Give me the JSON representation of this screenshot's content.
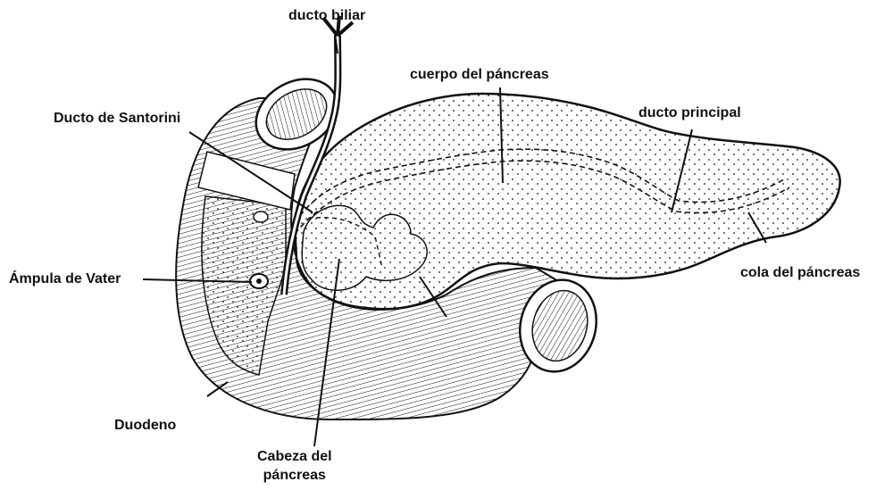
{
  "labels": {
    "ducto_biliar": "ducto biliar",
    "cuerpo": "cuerpo del páncreas",
    "ducto_principal": "ducto principal",
    "santorini": "Ducto de Santorini",
    "ampula": "Ámpula de Vater",
    "cola": "cola del páncreas",
    "duodeno": "Duodeno",
    "cabeza_line1": "Cabeza del",
    "cabeza_line2": "páncreas"
  },
  "colors": {
    "ink": "#111111",
    "background": "#ffffff"
  }
}
